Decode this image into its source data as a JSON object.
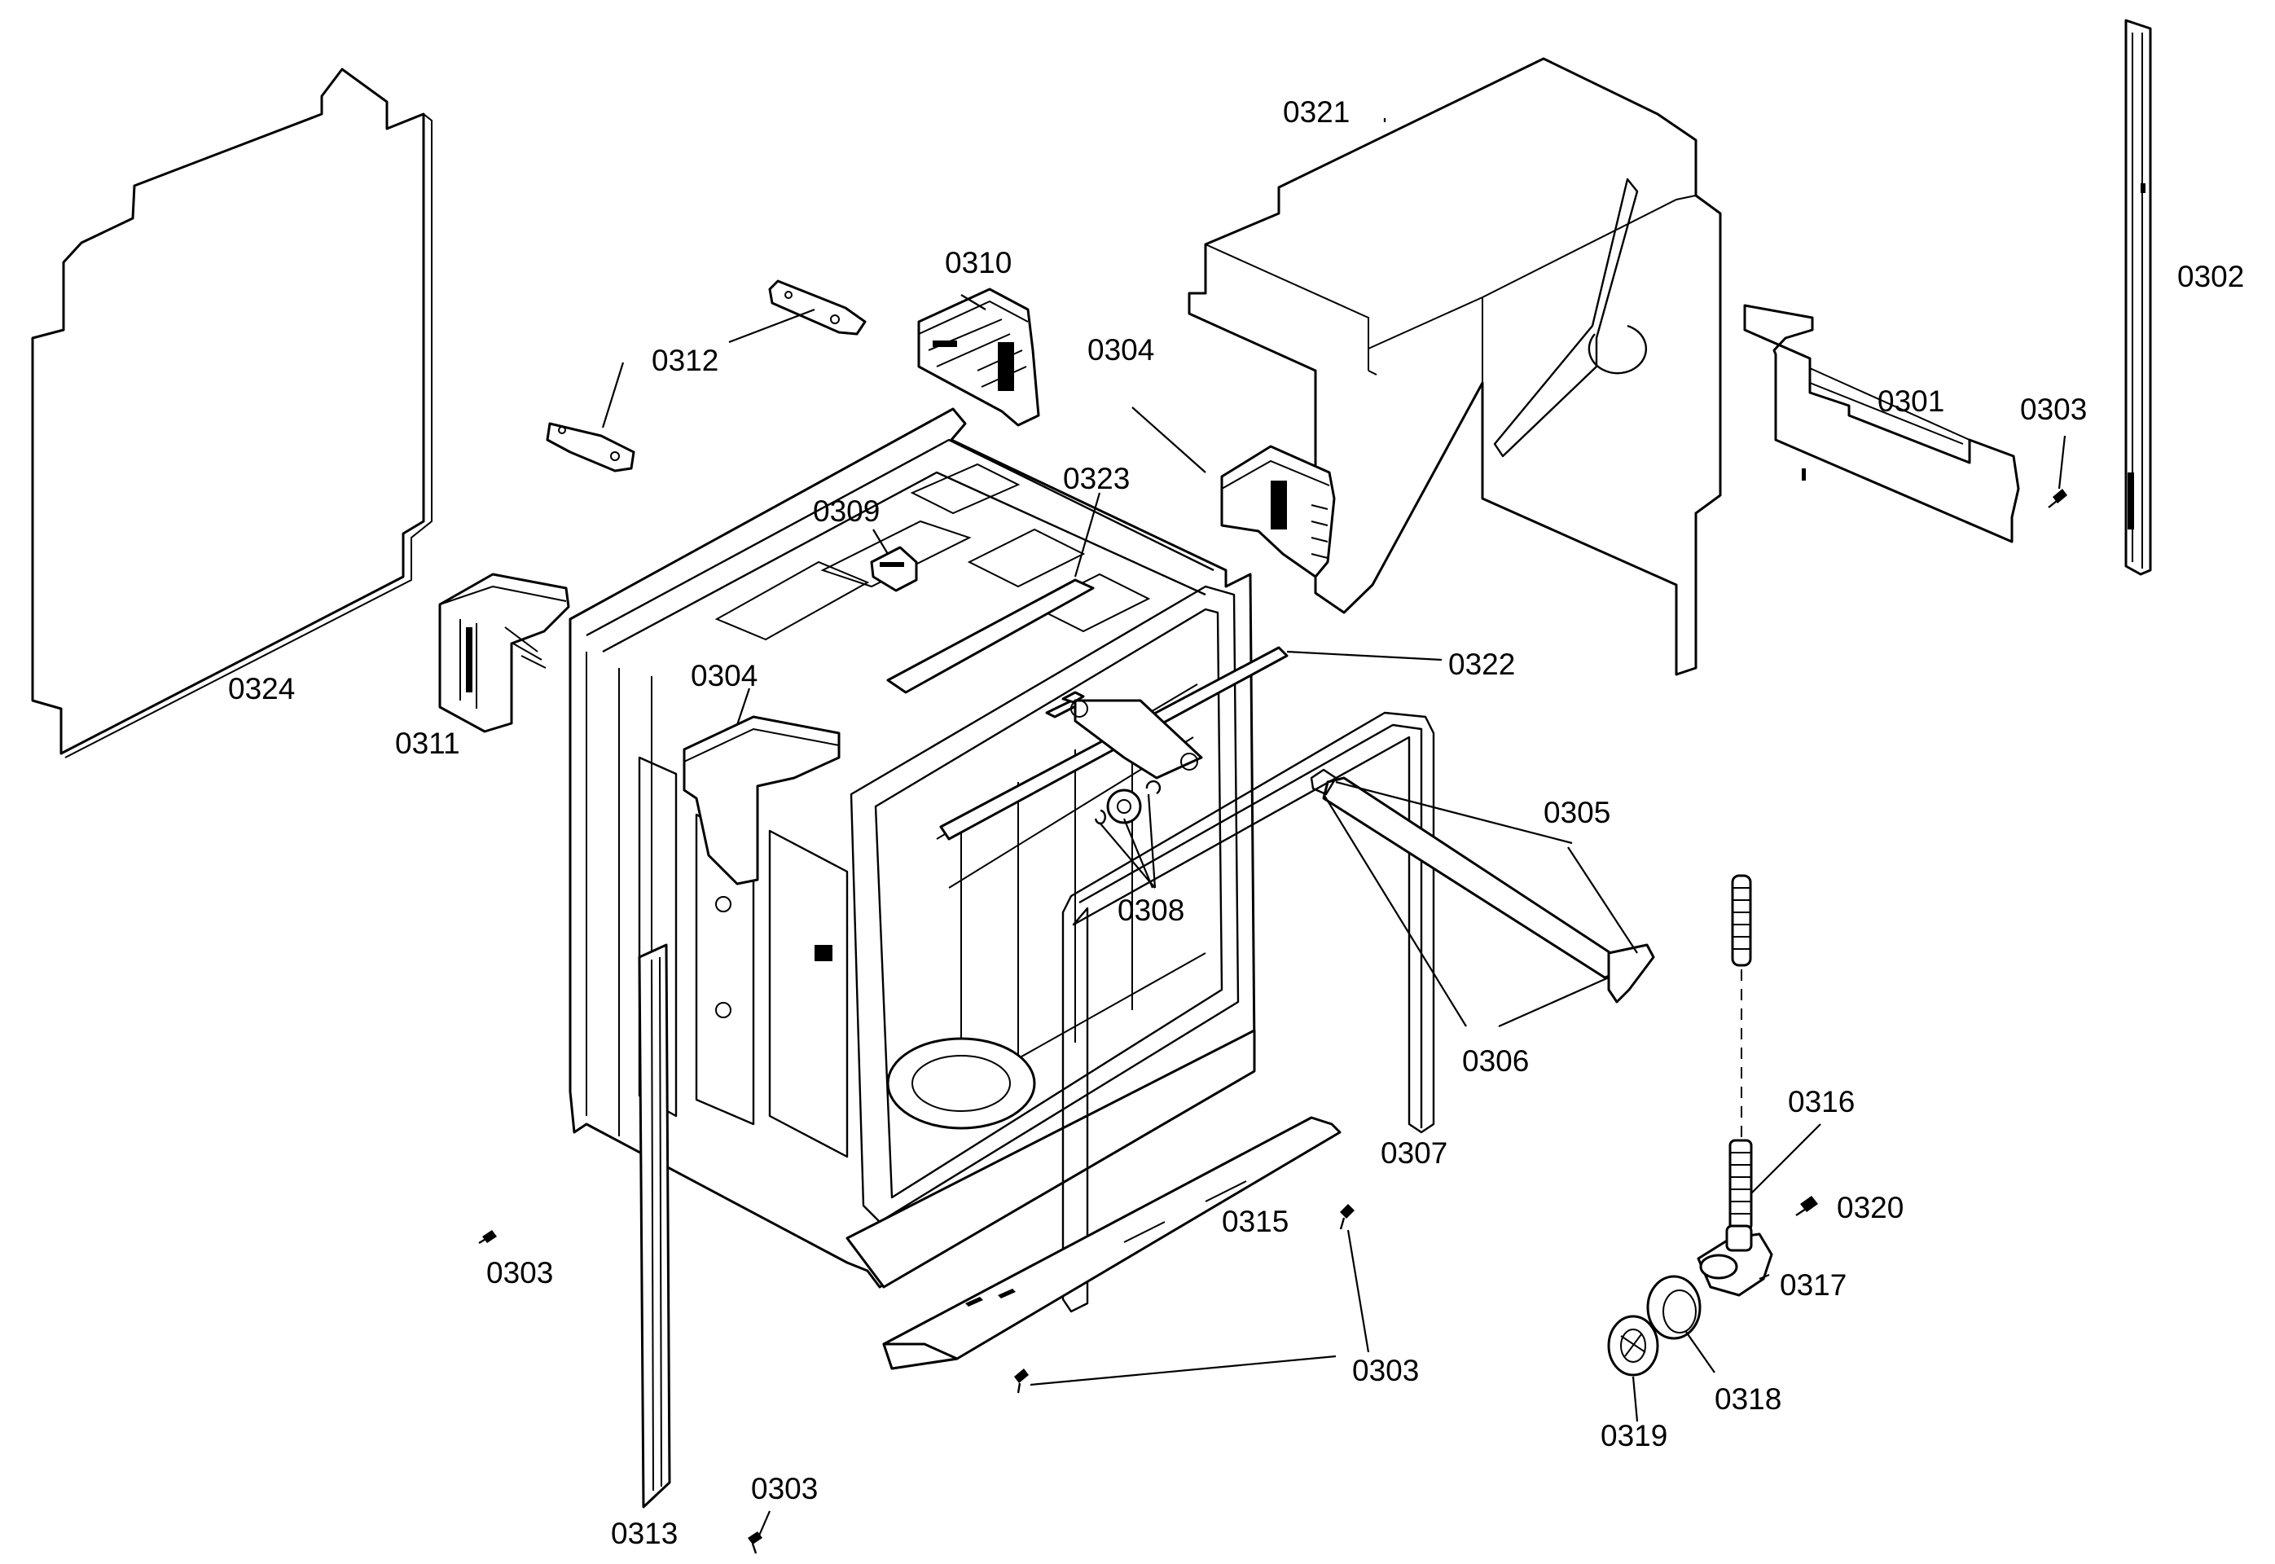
{
  "labels": {
    "p0301": "0301",
    "p0302": "0302",
    "p0303_top_right": "0303",
    "p0303_left": "0303",
    "p0303_bottom_center": "0303",
    "p0303_bottom": "0303",
    "p0304_upper": "0304",
    "p0304_lower": "0304",
    "p0305": "0305",
    "p0306": "0306",
    "p0307": "0307",
    "p0308": "0308",
    "p0309": "0309",
    "p0310": "0310",
    "p0311": "0311",
    "p0312": "0312",
    "p0313": "0313",
    "p0315": "0315",
    "p0316": "0316",
    "p0317": "0317",
    "p0318": "0318",
    "p0319": "0319",
    "p0320": "0320",
    "p0321": "0321",
    "p0322": "0322",
    "p0323": "0323",
    "p0324": "0324"
  },
  "colors": {
    "line": "#000000",
    "background": "#ffffff"
  }
}
